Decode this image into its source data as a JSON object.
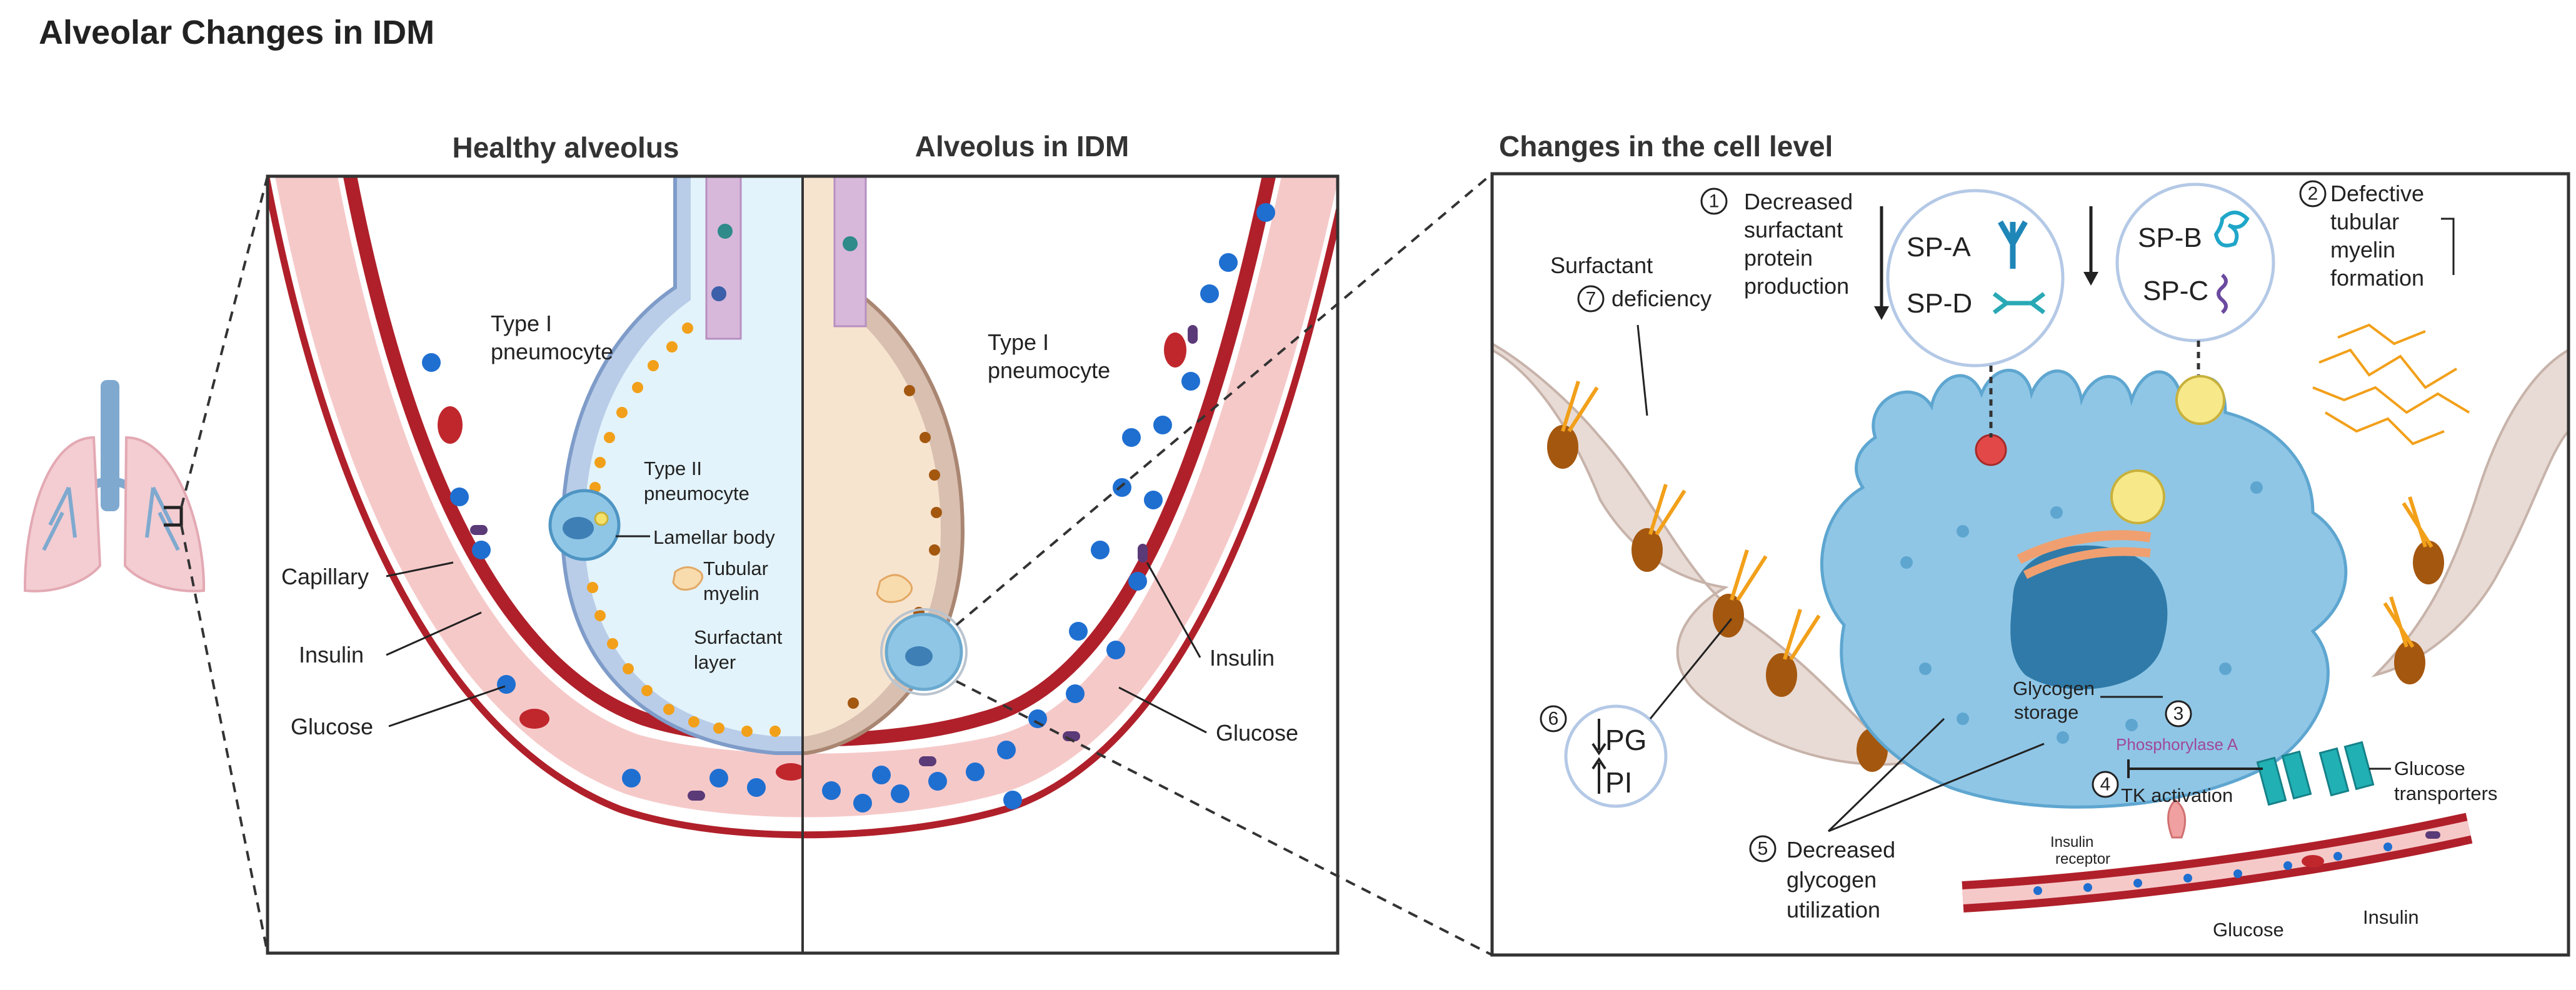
{
  "title": "Alveolar Changes in IDM",
  "panels": {
    "healthy": "Healthy alveolus",
    "idm": "Alveolus in IDM",
    "cell": "Changes in the cell level"
  },
  "healthy_labels": {
    "type1_a": "Type I",
    "type1_b": "pneumocyte",
    "type2_a": "Type II",
    "type2_b": "pneumocyte",
    "lamellar": "Lamellar body",
    "tubular_a": "Tubular",
    "tubular_b": "myelin",
    "surfactant_a": "Surfactant",
    "surfactant_b": "layer",
    "capillary": "Capillary",
    "insulin": "Insulin",
    "glucose": "Glucose"
  },
  "idm_labels": {
    "type1_a": "Type I",
    "type1_b": "pneumocyte",
    "insulin": "Insulin",
    "glucose": "Glucose"
  },
  "cell_labels": {
    "n1": "1",
    "c1_a": "Decreased",
    "c1_b": "surfactant",
    "c1_c": "protein",
    "c1_d": "production",
    "spa": "SP-A",
    "spd": "SP-D",
    "spb": "SP-B",
    "spc": "SP-C",
    "n2": "2",
    "c2_a": "Defective",
    "c2_b": "tubular",
    "c2_c": "myelin",
    "c2_d": "formation",
    "n7": "7",
    "c7_a": "Surfactant",
    "c7_b": "deficiency",
    "n6": "6",
    "pg": "PG",
    "pi": "PI",
    "glycogen_a": "Glycogen",
    "glycogen_b": "storage",
    "n3": "3",
    "phosphorylase": "Phosphorylase A",
    "n4": "4",
    "tk": "TK activation",
    "transporters_a": "Glucose",
    "transporters_b": "transporters",
    "n5": "5",
    "c5_a": "Decreased",
    "c5_b": "glycogen",
    "c5_c": "utilization",
    "receptor_a": "Insulin",
    "receptor_b": "receptor",
    "glucose": "Glucose",
    "insulin": "Insulin"
  },
  "colors": {
    "vessel_wall": "#b0202a",
    "vessel_fill": "#f6c9c9",
    "glucose": "#1f6fd1",
    "insulin": "#5b3a78",
    "rbc": "#c0272d",
    "type2_cell": "#8fc6e6",
    "healthy_lumen": "#e3f3fb",
    "idm_lumen": "#f7e4cf",
    "surfactant": "#f2a01a",
    "idm_surfactant": "#a4570f",
    "tissue": "#e8dbd5"
  }
}
